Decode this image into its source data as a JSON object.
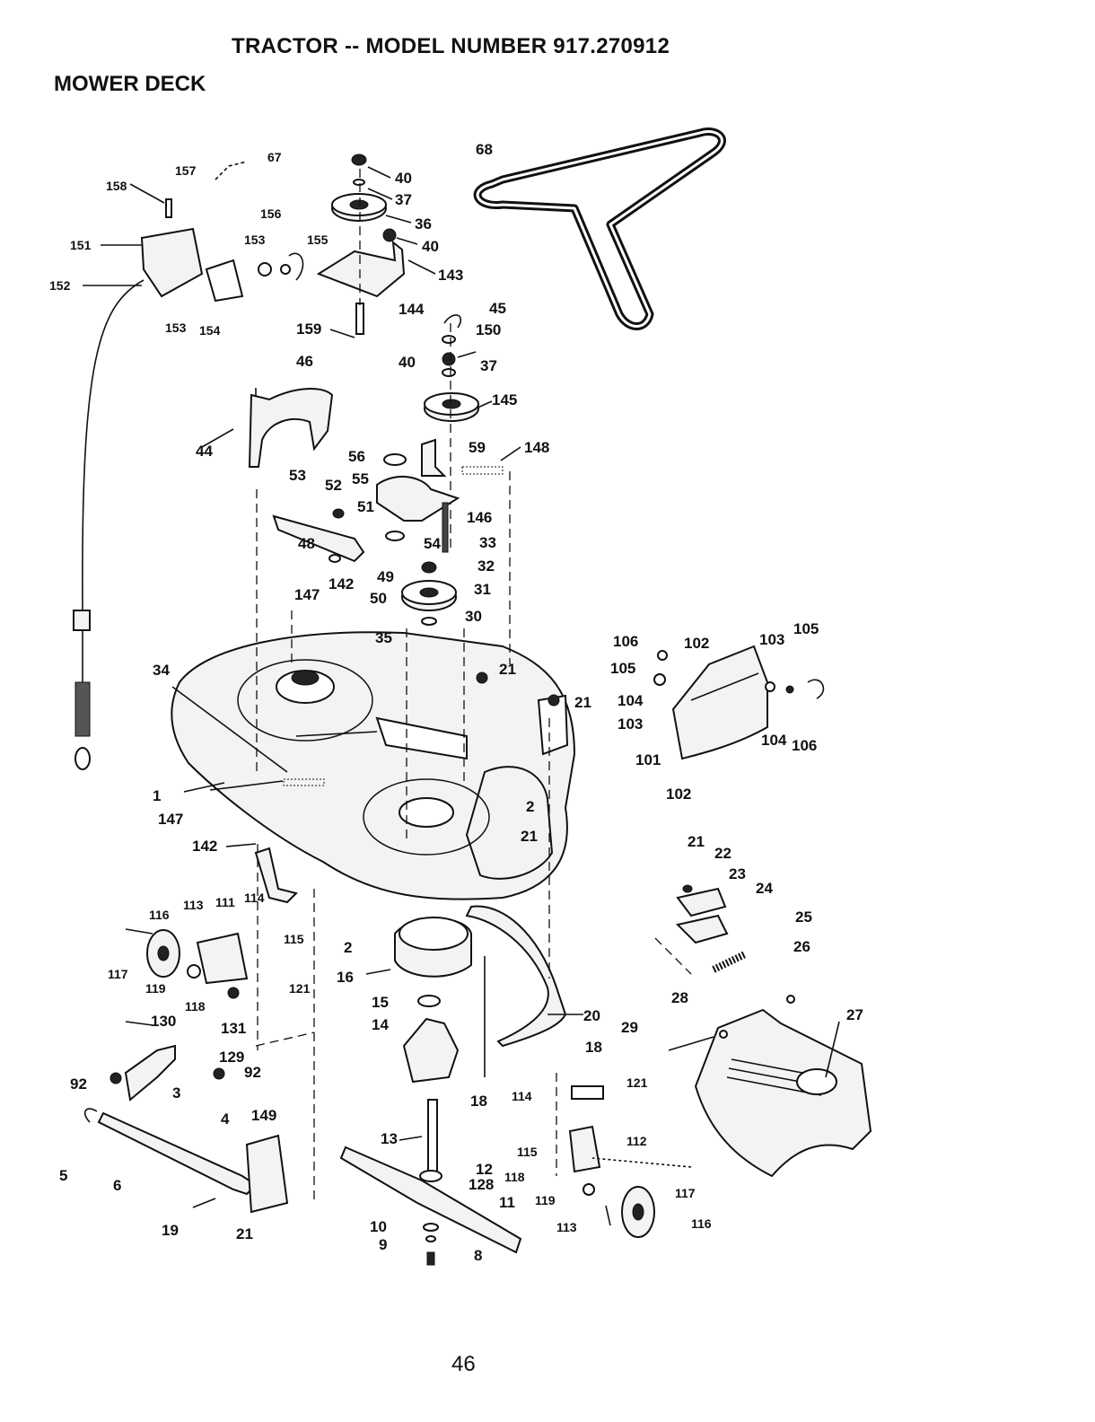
{
  "header": {
    "title": "TRACTOR -- MODEL NUMBER 917.270912",
    "section": "MOWER DECK"
  },
  "footer": {
    "page_number": "46"
  },
  "callouts": [
    "67",
    "157",
    "158",
    "151",
    "152",
    "153",
    "154",
    "156",
    "153",
    "155",
    "40",
    "37",
    "36",
    "40",
    "143",
    "144",
    "159",
    "68",
    "45",
    "150",
    "40",
    "37",
    "145",
    "46",
    "44",
    "56",
    "59",
    "148",
    "53",
    "52",
    "55",
    "51",
    "146",
    "48",
    "54",
    "33",
    "49",
    "50",
    "32",
    "147",
    "142",
    "31",
    "30",
    "35",
    "34",
    "21",
    "21",
    "106",
    "102",
    "103",
    "105",
    "105",
    "104",
    "103",
    "104",
    "106",
    "101",
    "102",
    "1",
    "147",
    "2",
    "21",
    "142",
    "113",
    "111",
    "114",
    "115",
    "116",
    "2",
    "16",
    "117",
    "119",
    "121",
    "118",
    "15",
    "14",
    "20",
    "130",
    "131",
    "129",
    "92",
    "92",
    "3",
    "18",
    "18",
    "114",
    "121",
    "21",
    "22",
    "23",
    "24",
    "25",
    "26",
    "28",
    "27",
    "29",
    "4",
    "149",
    "5",
    "6",
    "13",
    "12",
    "128",
    "11",
    "115",
    "112",
    "118",
    "119",
    "117",
    "19",
    "21",
    "10",
    "9",
    "8",
    "113",
    "116"
  ]
}
